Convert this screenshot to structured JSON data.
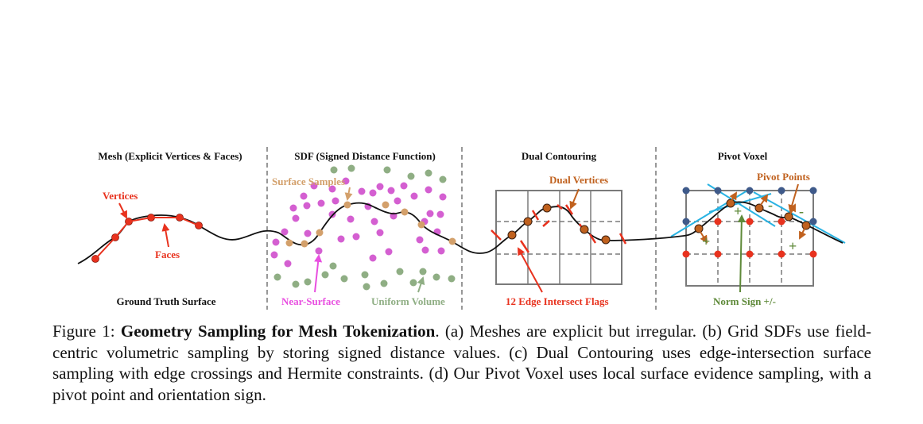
{
  "panels": {
    "mesh": {
      "title": "Mesh (Explicit Vertices & Faces)",
      "label_vertices": "Vertices",
      "label_faces": "Faces",
      "bottom_label": "Ground Truth Surface"
    },
    "sdf": {
      "title": "SDF (Signed Distance Function)",
      "label_surface": "Surface Samples",
      "label_near": "Near-Surface",
      "label_uniform": "Uniform Volume"
    },
    "dual": {
      "title": "Dual Contouring",
      "label_vertices": "Dual Vertices",
      "label_flags": "12 Edge Intersect Flags"
    },
    "pivot": {
      "title": "Pivot Voxel",
      "label_pivots": "Pivot Points",
      "label_sign": "Norm Sign +/-",
      "sign_plus": "+",
      "sign_minus": "-"
    }
  },
  "colors": {
    "red": "#e8321e",
    "orange": "#c0611e",
    "tan": "#d3a06b",
    "magenta": "#d45fd1",
    "green": "#8fae84",
    "blue": "#3f5a8a",
    "cyan": "#29b3e3",
    "sign_green": "#5f8a3a"
  },
  "caption": {
    "figure_label": "Figure 1:",
    "bold_title": "Geometry Sampling for Mesh Tokenization",
    "body": ". (a) Meshes are explicit but irregular. (b) Grid SDFs use field-centric volumetric sampling by storing signed distance values. (c) Dual Contouring uses edge-intersection surface sampling with edge crossings and Hermite constraints. (d) Our Pivot Voxel uses local surface evidence sampling, with a pivot point and orientation sign."
  }
}
